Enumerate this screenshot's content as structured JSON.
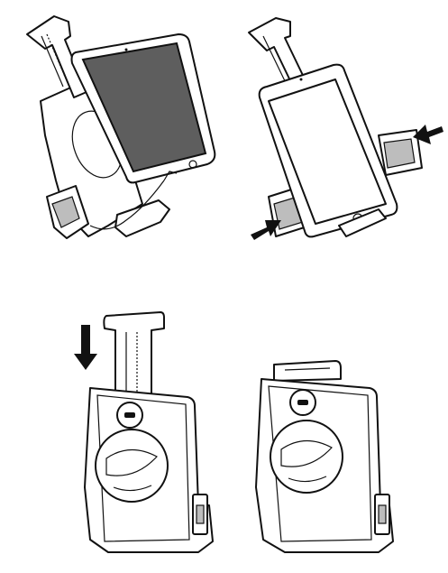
{
  "figure": {
    "panels": [
      {
        "id": "step-1",
        "label": ""
      },
      {
        "id": "step-2",
        "label": ""
      },
      {
        "id": "step-3",
        "label": ""
      },
      {
        "id": "step-4",
        "label": ""
      }
    ],
    "colors": {
      "line": "#111111",
      "screen_dark": "#5e5e5e",
      "fill": "#ffffff",
      "arrow": "#111111"
    },
    "icons": [
      "down-arrow-icon",
      "left-arrow-icon",
      "right-arrow-icon"
    ]
  }
}
